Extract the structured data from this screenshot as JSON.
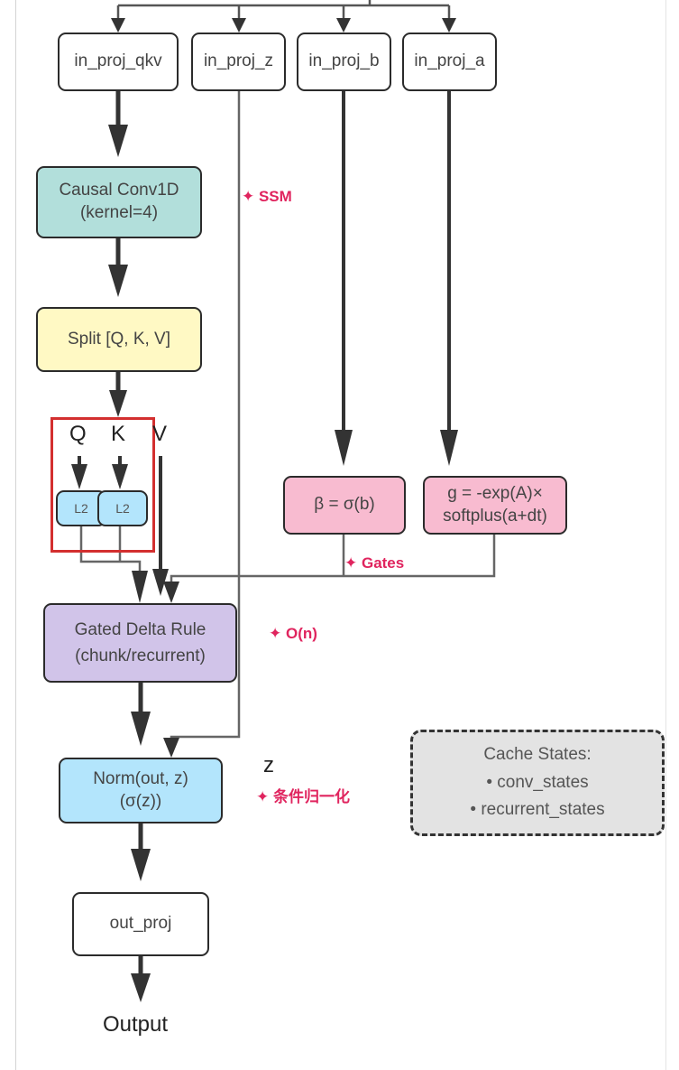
{
  "nodes": {
    "in_proj_qkv": "in_proj_qkv",
    "in_proj_z": "in_proj_z",
    "in_proj_b": "in_proj_b",
    "in_proj_a": "in_proj_a",
    "conv_line1": "Causal Conv1D",
    "conv_line2": "(kernel=4)",
    "split": "Split [Q, K, V]",
    "q_label": "Q",
    "k_label": "K",
    "v_label": "V",
    "l2_q": "L2",
    "l2_k": "L2",
    "beta": "β = σ(b)",
    "g_line1": "g = -exp(A)×",
    "g_line2": "softplus(a+dt)",
    "gdr_line1": "Gated Delta Rule",
    "gdr_line2": "(chunk/recurrent)",
    "norm_line1": "Norm(out, z)",
    "norm_line2": "(σ(z))",
    "z_label": "z",
    "out_proj": "out_proj",
    "output": "Output"
  },
  "annotations": {
    "ssm": "✦ SSM",
    "gates": "✦ Gates",
    "complexity": "✦ O(n)",
    "cond_norm": "✦ 条件归一化"
  },
  "cache": {
    "title": "Cache States:",
    "item1": "• conv_states",
    "item2": "• recurrent_states"
  },
  "colors": {
    "teal": "#b2dfdb",
    "yellow": "#fff9c4",
    "purple": "#d1c4e9",
    "pink": "#f8bbd0",
    "blue": "#b3e5fc",
    "highlight": "#d32f2f",
    "annotation": "#e0245e"
  }
}
